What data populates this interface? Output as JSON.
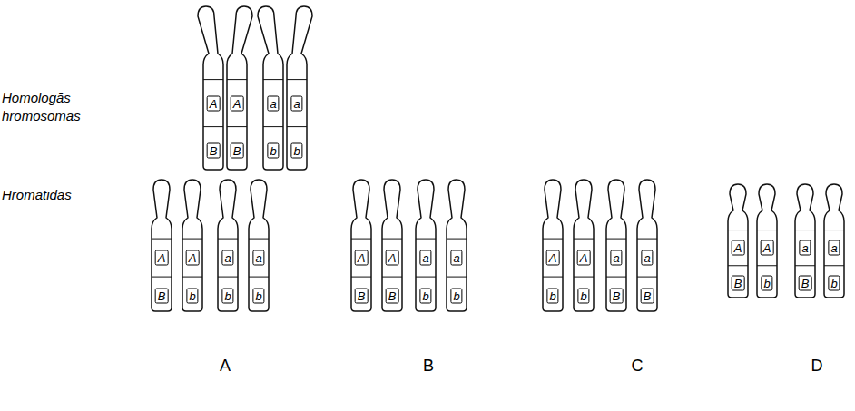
{
  "diagram": {
    "nodes": [
      {
        "text": [
          "A",
          "B"
        ]
      },
      {
        "text": [
          "A",
          "B"
        ]
      },
      {
        "text": [
          "a",
          "b"
        ]
      },
      {
        "text": [
          "a",
          "b"
        ]
      },
      {
        "text": [
          "A",
          "B"
        ]
      },
      {
        "text": [
          "A",
          "b"
        ]
      },
      {
        "text": [
          "a",
          "b"
        ]
      },
      {
        "text": [
          "a",
          "b"
        ]
      },
      {
        "text": [
          "A",
          "B"
        ]
      },
      {
        "text": [
          "A",
          "B"
        ]
      },
      {
        "text": [
          "a",
          "b"
        ]
      },
      {
        "text": [
          "a",
          "b"
        ]
      },
      {
        "text": [
          "A",
          "b"
        ]
      },
      {
        "text": [
          "A",
          "b"
        ]
      },
      {
        "text": [
          "a",
          "B"
        ]
      },
      {
        "text": [
          "a",
          "B"
        ]
      },
      {
        "text": [
          "A",
          "B"
        ]
      },
      {
        "text": [
          "A",
          "b"
        ]
      },
      {
        "text": [
          "a",
          "B"
        ]
      },
      {
        "text": [
          "a",
          "b"
        ]
      }
    ],
    "labels": [
      "Homologās hromosomas",
      "Hromatīdas",
      "A",
      "B",
      "C",
      "D"
    ]
  }
}
